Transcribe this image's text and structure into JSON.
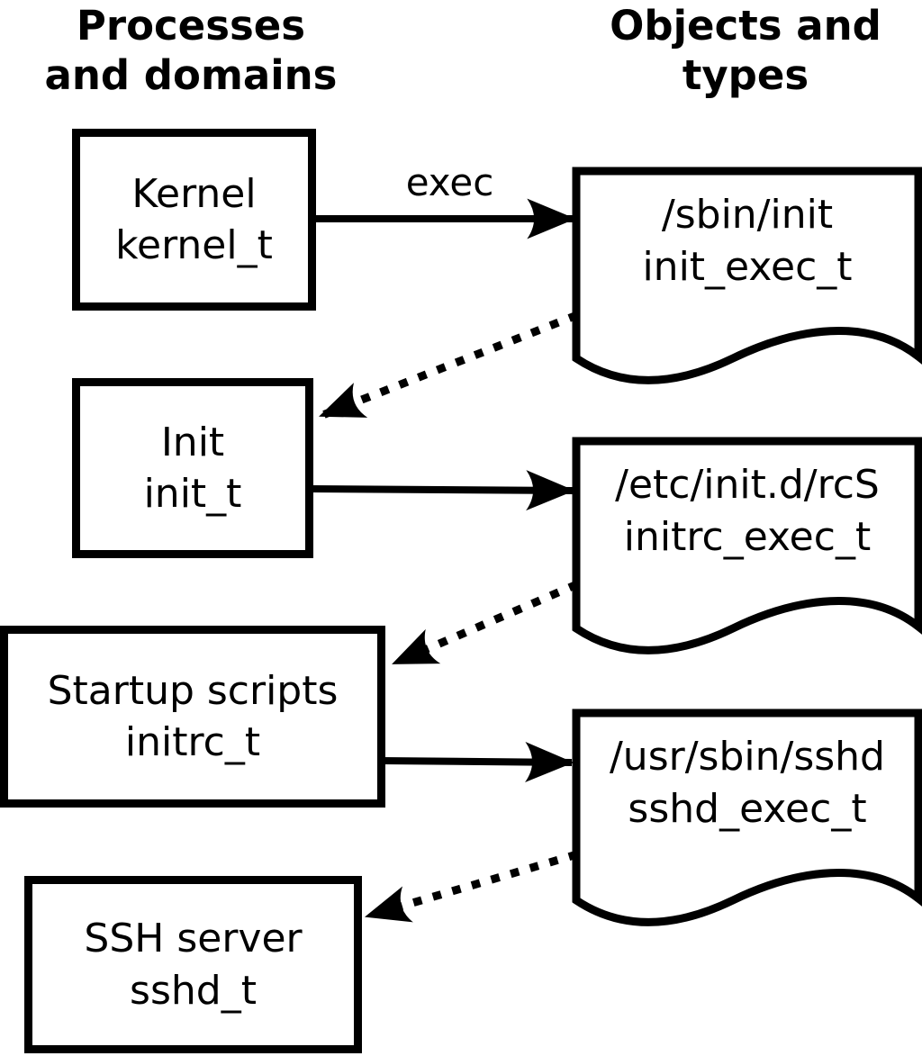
{
  "diagram": {
    "title_columns": {
      "left": "Processes\nand domains",
      "right": "Objects and\ntypes"
    },
    "colors": {
      "ink": "#000000",
      "paper": "#ffffff"
    },
    "processes": [
      {
        "id": "kernel",
        "name": "Kernel",
        "domain_type": "kernel_t"
      },
      {
        "id": "init",
        "name": "Init",
        "domain_type": "init_t"
      },
      {
        "id": "startup-scripts",
        "name": "Startup scripts",
        "domain_type": "initrc_t"
      },
      {
        "id": "ssh-server",
        "name": "SSH server",
        "domain_type": "sshd_t"
      }
    ],
    "objects": [
      {
        "id": "sbin-init",
        "path": "/sbin/init",
        "object_type": "init_exec_t"
      },
      {
        "id": "etc-initd-rcs",
        "path": "/etc/init.d/rcS",
        "object_type": "initrc_exec_t"
      },
      {
        "id": "usr-sbin-sshd",
        "path": "/usr/sbin/sshd",
        "object_type": "sshd_exec_t"
      }
    ],
    "edges": [
      {
        "from": "kernel",
        "to": "sbin-init",
        "style": "solid",
        "label": "exec"
      },
      {
        "from": "sbin-init",
        "to": "init",
        "style": "dotted",
        "label": ""
      },
      {
        "from": "init",
        "to": "etc-initd-rcs",
        "style": "solid",
        "label": ""
      },
      {
        "from": "etc-initd-rcs",
        "to": "startup-scripts",
        "style": "dotted",
        "label": ""
      },
      {
        "from": "startup-scripts",
        "to": "usr-sbin-sshd",
        "style": "solid",
        "label": ""
      },
      {
        "from": "usr-sbin-sshd",
        "to": "ssh-server",
        "style": "dotted",
        "label": ""
      }
    ]
  }
}
